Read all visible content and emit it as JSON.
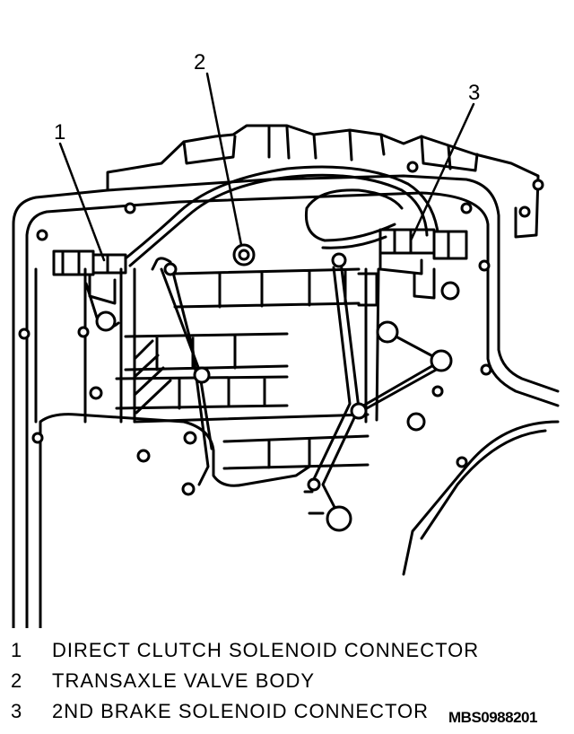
{
  "callouts": [
    {
      "number": "1"
    },
    {
      "number": "2"
    },
    {
      "number": "3"
    }
  ],
  "legend": [
    {
      "number": "1",
      "text": "DIRECT CLUTCH SOLENOID CONNECTOR"
    },
    {
      "number": "2",
      "text": "TRANSAXLE VALVE BODY"
    },
    {
      "number": "3",
      "text": "2ND BRAKE SOLENOID CONNECTOR"
    }
  ],
  "figure_code": "MBS0988201"
}
